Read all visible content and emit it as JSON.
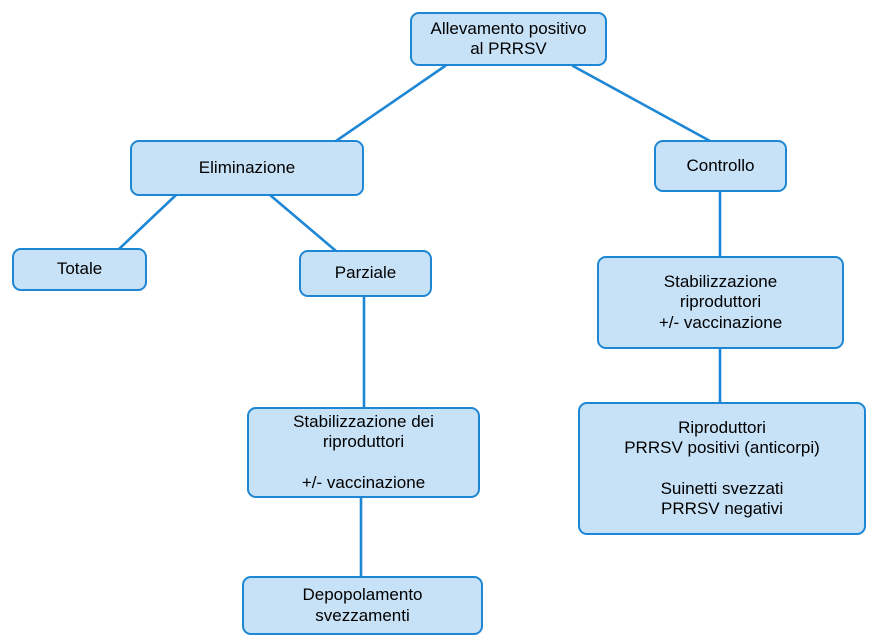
{
  "colors": {
    "background": "#ffffff",
    "node_fill": "#c7e1f6",
    "node_border": "#1e87d5",
    "connector": "#1e87d5",
    "text": "#000000"
  },
  "nodes": {
    "root": {
      "label": "Allevamento positivo\nal PRRSV"
    },
    "eliminazione": {
      "label": "Eliminazione"
    },
    "controllo": {
      "label": "Controllo"
    },
    "totale": {
      "label": "Totale"
    },
    "parziale": {
      "label": "Parziale"
    },
    "stabilizzazione_controllo": {
      "label": "Stabilizzazione\nriproduttori\n+/- vaccinazione"
    },
    "stabilizzazione_parziale": {
      "label": "Stabilizzazione dei\nriproduttori\n\n+/- vaccinazione"
    },
    "riproduttori_esito": {
      "label": "Riproduttori\nPRRSV positivi (anticorpi)\n\nSuinetti svezzati\nPRRSV negativi"
    },
    "depopolamento": {
      "label": "Depopolamento\nsvezzamenti"
    }
  },
  "edges": [
    {
      "from": "root",
      "to": "eliminazione"
    },
    {
      "from": "root",
      "to": "controllo"
    },
    {
      "from": "eliminazione",
      "to": "totale"
    },
    {
      "from": "eliminazione",
      "to": "parziale"
    },
    {
      "from": "parziale",
      "to": "stabilizzazione_parziale"
    },
    {
      "from": "stabilizzazione_parziale",
      "to": "depopolamento"
    },
    {
      "from": "controllo",
      "to": "stabilizzazione_controllo"
    },
    {
      "from": "stabilizzazione_controllo",
      "to": "riproduttori_esito"
    }
  ]
}
